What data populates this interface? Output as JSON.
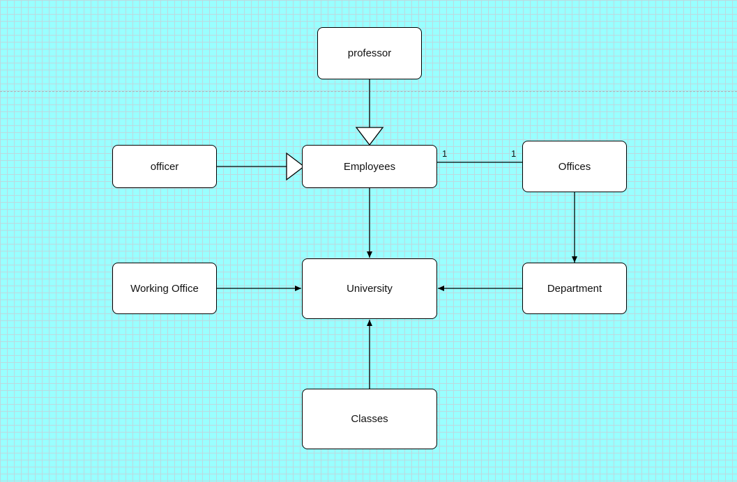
{
  "diagram": {
    "background_color": "#99ffff",
    "nodes": {
      "professor": "professor",
      "officer": "officer",
      "employees": "Employees",
      "offices": "Offices",
      "working_office": "Working Office",
      "university": "University",
      "department": "Department",
      "classes": "Classes"
    },
    "multiplicities": {
      "employees_end": "1",
      "offices_end": "1"
    },
    "edges": [
      {
        "from": "professor",
        "to": "employees",
        "type": "generalization"
      },
      {
        "from": "officer",
        "to": "employees",
        "type": "generalization"
      },
      {
        "from": "employees",
        "to": "offices",
        "type": "association"
      },
      {
        "from": "employees",
        "to": "university",
        "type": "directed"
      },
      {
        "from": "offices",
        "to": "department",
        "type": "directed"
      },
      {
        "from": "working_office",
        "to": "university",
        "type": "directed"
      },
      {
        "from": "department",
        "to": "university",
        "type": "directed"
      },
      {
        "from": "classes",
        "to": "university",
        "type": "directed"
      }
    ]
  }
}
